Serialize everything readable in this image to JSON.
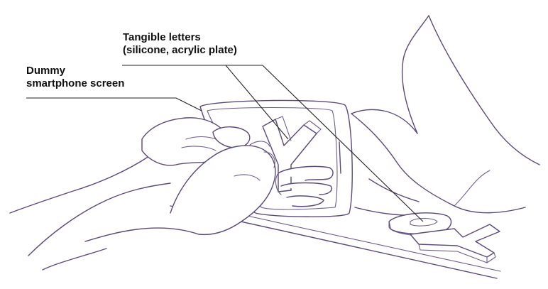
{
  "labels": {
    "tangible_letters": {
      "line1": "Tangible letters",
      "line2": "(silicone, acrylic plate)"
    },
    "dummy_screen": {
      "line1": "Dummy",
      "line2": "smartphone screen"
    }
  },
  "colors": {
    "line_art": "#5b4a78",
    "callout": "#222222",
    "text": "#111111",
    "background": "#ffffff"
  }
}
